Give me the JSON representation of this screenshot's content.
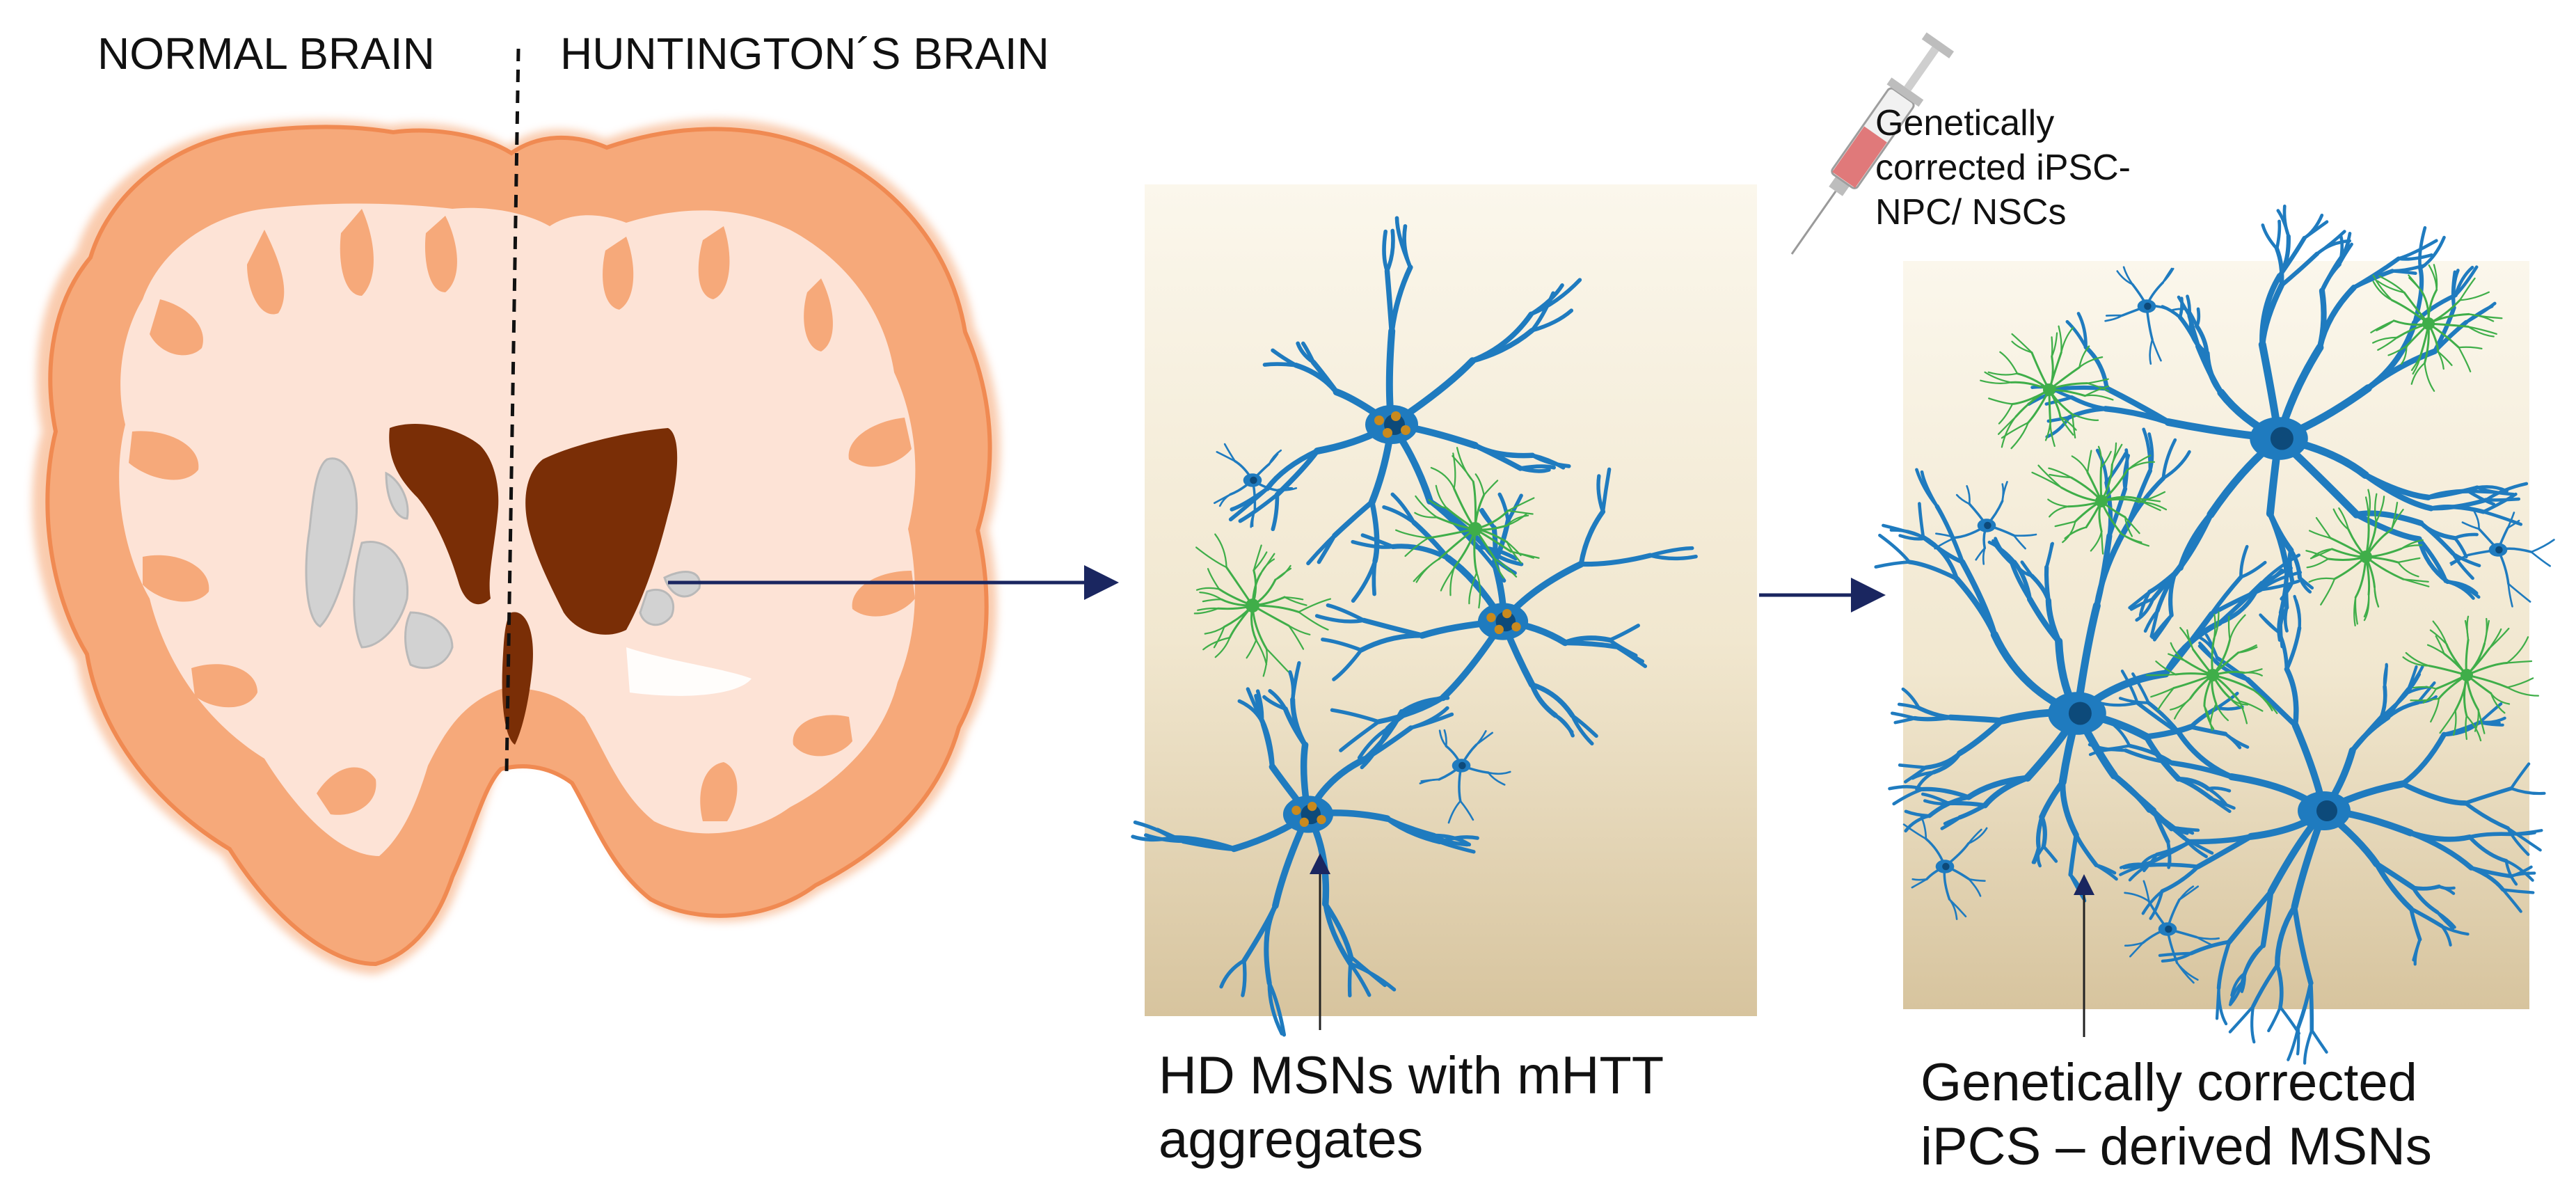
{
  "labels": {
    "normal_brain": "NORMAL BRAIN",
    "huntington_brain": "HUNTINGTON´S BRAIN",
    "syringe_caption": "Genetically corrected iPSC-NPC/ NSCs",
    "hd_caption": "HD MSNs with mHTT aggregates",
    "corrected_caption": "Genetically corrected iPCS – derived MSNs"
  },
  "colors": {
    "cortex": "#f6a97a",
    "white_matter": "#fde3d6",
    "ventricle": "#7a2e06",
    "basal_ganglia": "#d2d2d2",
    "neuron": "#1f7bbf",
    "glia": "#3fae49",
    "panel_top": "#fbf6e8",
    "panel_bottom": "#d8c6a0",
    "arrow": "#1a2660",
    "aggregate": "#c98a1e"
  }
}
